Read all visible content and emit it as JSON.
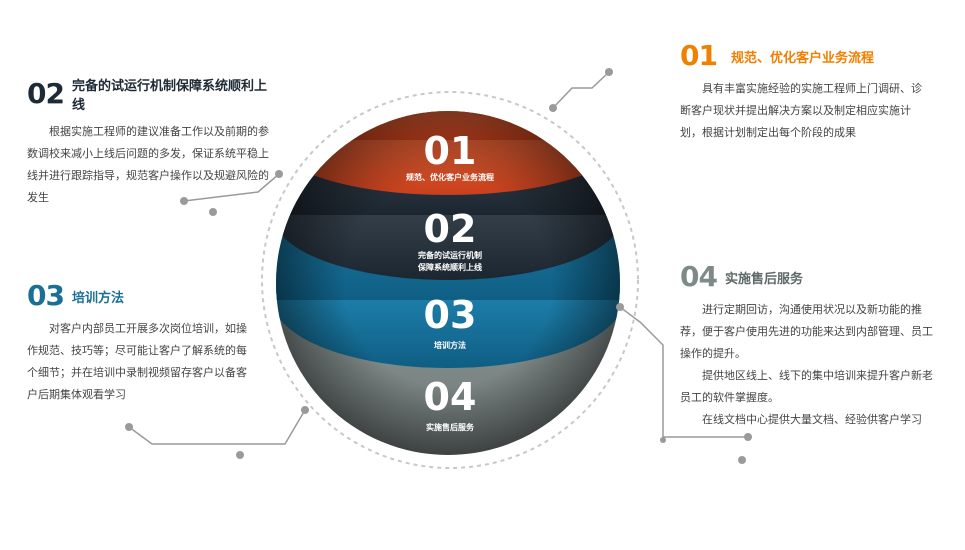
{
  "colors": {
    "orange": "#f08000",
    "dark": "#1e2a36",
    "blue": "#1a6f96",
    "gray": "#7f8a88"
  },
  "sections": [
    {
      "num": "01",
      "title": "规范、优化客户业务流程",
      "body": [
        "具有丰富实施经验的实施工程师上门调研、诊断客户现状并提出解决方案以及制定相应实施计划，根据计划制定出每个阶段的成果"
      ]
    },
    {
      "num": "02",
      "title": "完备的试运行机制保障系统顺利上线",
      "body": [
        "根据实施工程师的建议准备工作以及前期的参数调校来减小上线后问题的多发，保证系统平稳上线并进行跟踪指导，规范客户操作以及规避风险的发生"
      ]
    },
    {
      "num": "03",
      "title": "培训方法",
      "body": [
        "对客户内部员工开展多次岗位培训，如操作规范、技巧等；尽可能让客户了解系统的每个细节；并在培训中录制视频留存客户以备客户后期集体观看学习"
      ]
    },
    {
      "num": "04",
      "title": "实施售后服务",
      "body": [
        "进行定期回访，沟通使用状况以及新功能的推荐，便于客户使用先进的功能来达到内部管理、员工操作的提升。",
        "提供地区线上、线下的集中培训来提升客户新老员工的软件掌握度。",
        "在线文档中心提供大量文档、经验供客户学习"
      ]
    }
  ],
  "sphere": {
    "bands": [
      {
        "num": "01",
        "label": "规范、优化客户业务流程"
      },
      {
        "num": "02",
        "label_lines": [
          "完备的试运行机制",
          "保障系统顺利上线"
        ]
      },
      {
        "num": "03",
        "label": "培训方法"
      },
      {
        "num": "04",
        "label": "实施售后服务"
      }
    ]
  }
}
